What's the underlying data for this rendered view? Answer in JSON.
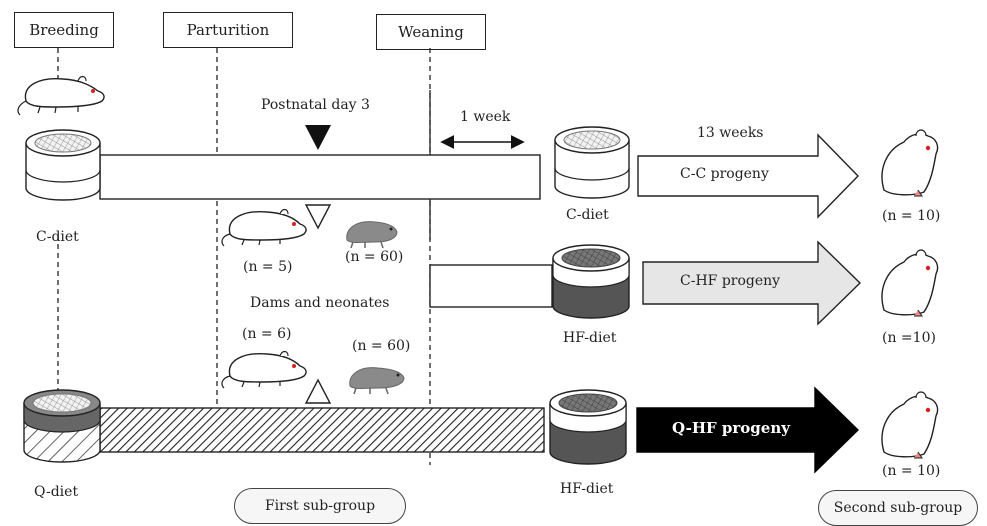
{
  "stages": {
    "breeding": "Breeding",
    "parturition": "Parturition",
    "weaning": "Weaning"
  },
  "timeline": {
    "postnatal_day": "Postnatal day 3",
    "one_week": "1 week",
    "thirteen_weeks": "13 weeks"
  },
  "dams": {
    "dams_and_neonates": "Dams and neonates",
    "c_dams": "(n = 5)",
    "c_pups": "(n = 60)",
    "q_dams": "(n = 6)",
    "q_pups": "(n = 60)"
  },
  "diets": {
    "c_diet_left": "C-diet",
    "q_diet_left": "Q-diet",
    "c_diet_right": "C-diet",
    "hf_diet_mid": "HF-diet",
    "hf_diet_bottom": "HF-diet"
  },
  "progeny": {
    "cc": "C-C progeny",
    "chf": "C-HF progeny",
    "qhf": "Q-HF progeny",
    "n_cc": "(n = 10)",
    "n_chf": "(n =10)",
    "n_qhf": "(n = 10)"
  },
  "subgroups": {
    "first": "First sub-group",
    "second": "Second sub-group"
  },
  "colors": {
    "c_arrow": "#ffffff",
    "chf_arrow": "#e6e6e6",
    "qhf_arrow": "#000000",
    "hf_food": "#555555",
    "eye": "#d62020"
  }
}
